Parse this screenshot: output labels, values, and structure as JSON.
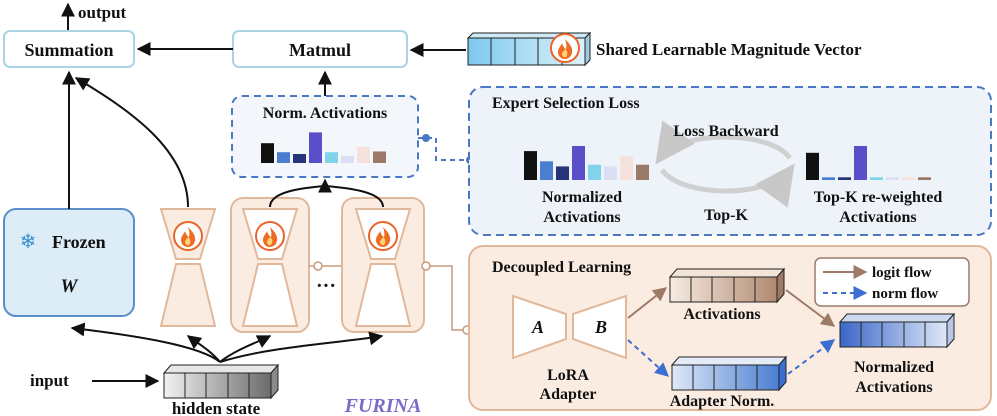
{
  "labels": {
    "output": "output",
    "summation": "Summation",
    "matmul": "Matmul",
    "magnitude_vector": "Shared Learnable Magnitude Vector",
    "norm_activations": "Norm. Activations",
    "expert_selection_loss": "Expert Selection Loss",
    "loss_backward": "Loss Backward",
    "normalized_activations_left": [
      "Normalized",
      "Activations"
    ],
    "top_k": "Top-K",
    "top_k_reweighted": [
      "Top-K re-weighted",
      "Activations"
    ],
    "frozen": "Frozen",
    "weight": "W",
    "ellipsis": "···",
    "decoupled_learning": "Decoupled Learning",
    "activations": "Activations",
    "adapter_a": "A",
    "adapter_b": "B",
    "lora_adapter": [
      "LoRA",
      "Adapter"
    ],
    "adapter_norm": "Adapter Norm.",
    "normalized_activations_right": [
      "Normalized",
      "Activations"
    ],
    "logit_flow": "logit flow",
    "norm_flow": "norm flow",
    "input": "input",
    "hidden_state": "hidden state",
    "method_name": "FURINA"
  },
  "colors": {
    "box_border": "#a8d4e6",
    "frozen_fill": "#dcedf8",
    "frozen_border": "#5b8fc9",
    "expert_fill": "#fbece2",
    "expert_border": "#e2b89a",
    "loss_panel_fill": "#eef3fa",
    "loss_panel_border": "#4a78c2",
    "logit_arrow": "#9c7a66",
    "norm_arrow": "#3b6fd0",
    "method_name": "#7a6bc8"
  },
  "bars_norm": [
    {
      "h": 0.55,
      "c": "#111111"
    },
    {
      "h": 0.3,
      "c": "#4a7fd0"
    },
    {
      "h": 0.25,
      "c": "#26347a"
    },
    {
      "h": 0.85,
      "c": "#5a4fc8"
    },
    {
      "h": 0.3,
      "c": "#7fd4ec"
    },
    {
      "h": 0.2,
      "c": "#dcdff4"
    },
    {
      "h": 0.45,
      "c": "#f6e2dc"
    },
    {
      "h": 0.32,
      "c": "#9a7a66"
    }
  ],
  "bars_loss_left": [
    {
      "h": 0.85,
      "c": "#111111"
    },
    {
      "h": 0.55,
      "c": "#4a7fd0"
    },
    {
      "h": 0.4,
      "c": "#26347a"
    },
    {
      "h": 1.0,
      "c": "#5a4fc8"
    },
    {
      "h": 0.45,
      "c": "#7fd4ec"
    },
    {
      "h": 0.4,
      "c": "#dcdff4"
    },
    {
      "h": 0.7,
      "c": "#f6e2dc"
    },
    {
      "h": 0.45,
      "c": "#9a7a66"
    }
  ],
  "bars_loss_right": [
    {
      "h": 0.8,
      "c": "#111111"
    },
    {
      "h": 0.08,
      "c": "#4a7fd0"
    },
    {
      "h": 0.08,
      "c": "#26347a"
    },
    {
      "h": 1.0,
      "c": "#5a4fc8"
    },
    {
      "h": 0.08,
      "c": "#7fd4ec"
    },
    {
      "h": 0.08,
      "c": "#dcdff4"
    },
    {
      "h": 0.08,
      "c": "#f6e2dc"
    },
    {
      "h": 0.08,
      "c": "#9a7a66"
    }
  ]
}
